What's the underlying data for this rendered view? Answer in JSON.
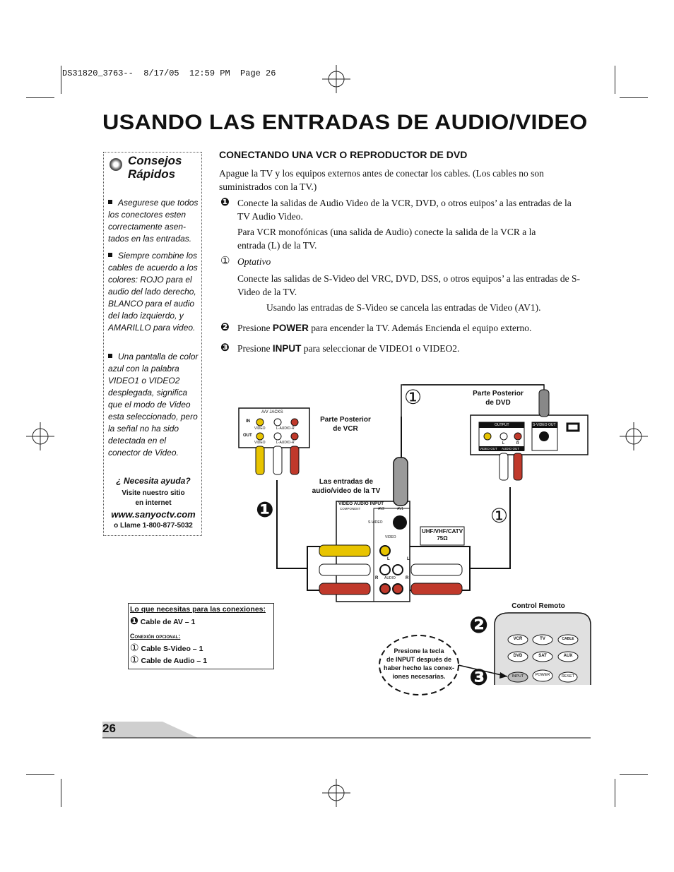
{
  "slug": "DS31820_3763--  8/17/05  12:59 PM  Page 26",
  "title": "USANDO LAS ENTRADAS DE AUDIO/VIDEO",
  "sidebar": {
    "heading_line1": "Consejos",
    "heading_line2": "Rápidos",
    "icon": "lightbulb-icon",
    "tips": [
      "Asegurese que todos los conectores esten correctamente asen-tados en las entradas.",
      "Siempre combine los cables de acuerdo a los colores: ROJO para el audio del lado derecho, BLANCO para el audio del lado izquierdo, y AMARILLO para video.",
      "Una pantalla de color azul con la palabra VIDEO1 o VIDEO2 desplegada, significa que el modo de Video esta seleccionado, pero la señal no ha sido detectada en el conector de Video."
    ],
    "help_question": "¿ Necesita ayuda?",
    "help_visit": "Visite nuestro sitio",
    "help_internet": "en internet",
    "help_url": "www.sanyoctv.com",
    "help_phone": "o Llame 1-800-877-5032"
  },
  "section": {
    "title": "CONECTANDO UNA VCR O REPRODUCTOR DE DVD",
    "intro": "Apague la TV y los equipos externos antes de conectar los cables. (Los cables no son suministrados con la TV.)",
    "step1_num": "❶",
    "step1_text": "Conecte la salidas de Audio Video de la VCR, DVD, o otros euipos’ a las entradas de la TV Audio Video.",
    "step1_mono": "Para VCR monofónicas (una salida de Audio) conecte la salida de la VCR a la entrada (L) de la TV.",
    "optional_num": "①",
    "optional_label": "Optativo",
    "optional_text": "Conecte las salidas de S-Video del VRC, DVD, DSS, o otros equipos’ a las entradas de S-Video de la TV.",
    "optional_note": "Usando las entradas de S-Video se cancela las entradas de Video (AV1).",
    "step2_num": "❷",
    "step2_pre": "Presione",
    "step2_key": "POWER",
    "step2_post": "para encender la TV. Además Encienda el equipo externo.",
    "step3_num": "❸",
    "step3_pre": "Presione",
    "step3_key": "INPUT",
    "step3_post": "para seleccionar de VIDEO1 o VIDEO2."
  },
  "diagram": {
    "vcr_label_1": "Parte Posterior",
    "vcr_label_2": "de VCR",
    "dvd_label_1": "Parte Posterior",
    "dvd_label_2": "de DVD",
    "tv_label_1": "Las entradas de",
    "tv_label_2": "audio/video de la TV",
    "vcr_jacks": "A/V JACKS",
    "vcr_in": "IN",
    "vcr_out": "OUT",
    "vcr_video": "VIDEO",
    "vcr_audio": "L-AUDIO-R",
    "dvd_output": "OUTPUT",
    "dvd_svideo_out": "S-VIDEO OUT",
    "dvd_video_out": "VIDEO OUT",
    "dvd_audio_out": "AUDIO OUT",
    "dvd_l": "L",
    "dvd_r": "R",
    "tv_panel_title": "VIDEO AUDIO INPUT",
    "tv_component": "COMPONENT",
    "tv_av2": "AV2",
    "tv_av1": "AV1",
    "tv_svideo": "S-VIDEO",
    "tv_video": "VIDEO",
    "tv_audio": "AUDIO",
    "tv_l": "L",
    "tv_r": "R",
    "uhf_1": "UHF/VHF/CATV",
    "uhf_2": "75Ω",
    "marker_1": "❶",
    "marker_opt": "①",
    "marker_2": "❷",
    "marker_3": "❸",
    "remote_label": "Control Remoto",
    "remote_buttons": [
      "VCR",
      "TV",
      "CABLE",
      "DVD",
      "SAT",
      "AUX",
      "INPUT",
      "POWER",
      "RESET"
    ],
    "callout_1": "Presione la tecla",
    "callout_2": "de INPUT después de",
    "callout_3": "haber hecho las conex-",
    "callout_4": "iones necesarias."
  },
  "needs": {
    "title": "Lo que necesitas para las conexiones:",
    "item1_num": "❶",
    "item1": "Cable de AV – 1",
    "optional_title": "Conexión opcional:",
    "opt1_num": "①",
    "opt1": "Cable S-Video – 1",
    "opt2_num": "①",
    "opt2": "Cable de Audio – 1"
  },
  "page_number": "26",
  "colors": {
    "red": "#c0392b",
    "yellow": "#e8c400",
    "white": "#ffffff",
    "gray": "#cccccc"
  }
}
